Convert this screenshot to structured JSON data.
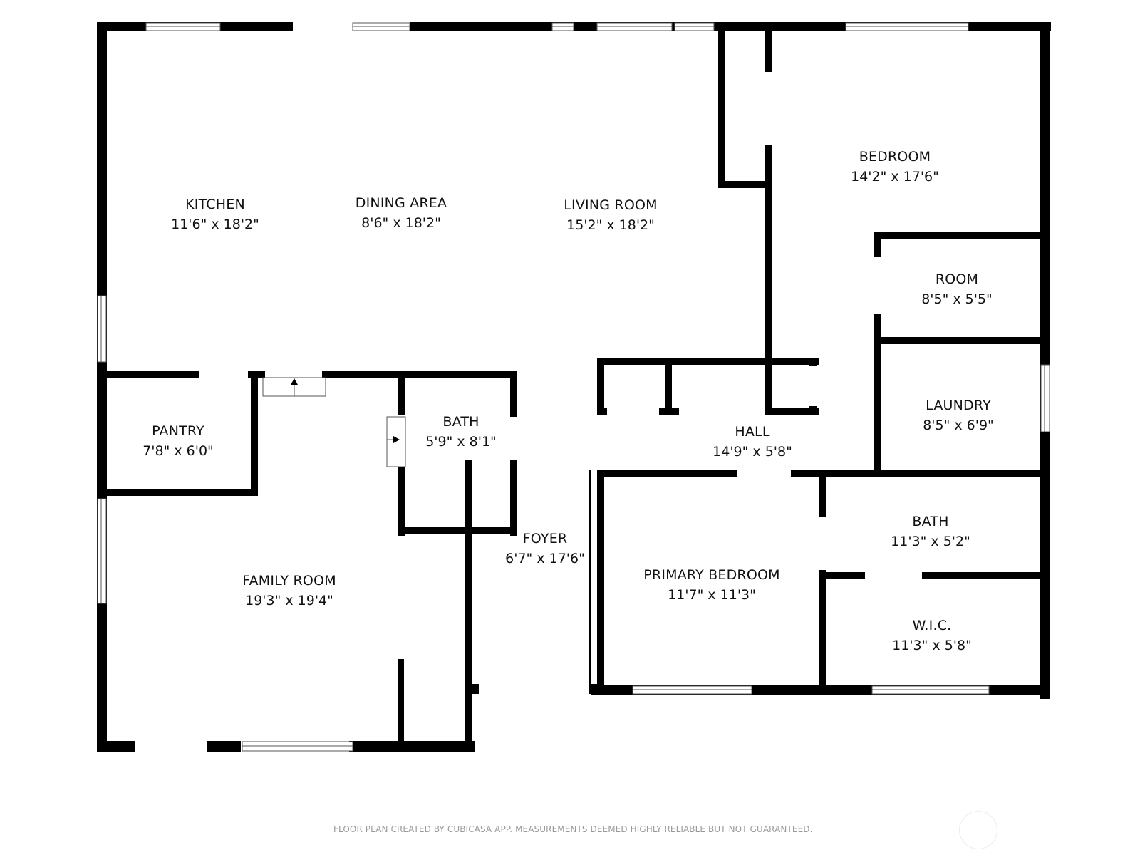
{
  "plan": {
    "rooms": [
      {
        "id": "kitchen",
        "name": "KITCHEN",
        "dims": "11'6\" x 18'2\""
      },
      {
        "id": "dining-area",
        "name": "DINING AREA",
        "dims": "8'6\" x 18'2\""
      },
      {
        "id": "living-room",
        "name": "LIVING ROOM",
        "dims": "15'2\" x 18'2\""
      },
      {
        "id": "bedroom",
        "name": "BEDROOM",
        "dims": "14'2\" x 17'6\""
      },
      {
        "id": "room",
        "name": "ROOM",
        "dims": "8'5\" x 5'5\""
      },
      {
        "id": "laundry",
        "name": "LAUNDRY",
        "dims": "8'5\" x 6'9\""
      },
      {
        "id": "pantry",
        "name": "PANTRY",
        "dims": "7'8\" x 6'0\""
      },
      {
        "id": "bath-1",
        "name": "BATH",
        "dims": "5'9\" x 8'1\""
      },
      {
        "id": "hall",
        "name": "HALL",
        "dims": "14'9\" x 5'8\""
      },
      {
        "id": "foyer",
        "name": "FOYER",
        "dims": "6'7\" x 17'6\""
      },
      {
        "id": "family-room",
        "name": "FAMILY ROOM",
        "dims": "19'3\" x 19'4\""
      },
      {
        "id": "primary-bedroom",
        "name": "PRIMARY BEDROOM",
        "dims": "11'7\" x 11'3\""
      },
      {
        "id": "bath-2",
        "name": "BATH",
        "dims": "11'3\" x 5'2\""
      },
      {
        "id": "wic",
        "name": "W.I.C.",
        "dims": "11'3\" x 5'8\""
      }
    ]
  },
  "footer": {
    "disclaimer": "FLOOR PLAN CREATED BY CUBICASA APP. MEASUREMENTS DEEMED HIGHLY RELIABLE BUT NOT GUARANTEED."
  },
  "icons": {
    "compass": "compass-icon"
  }
}
